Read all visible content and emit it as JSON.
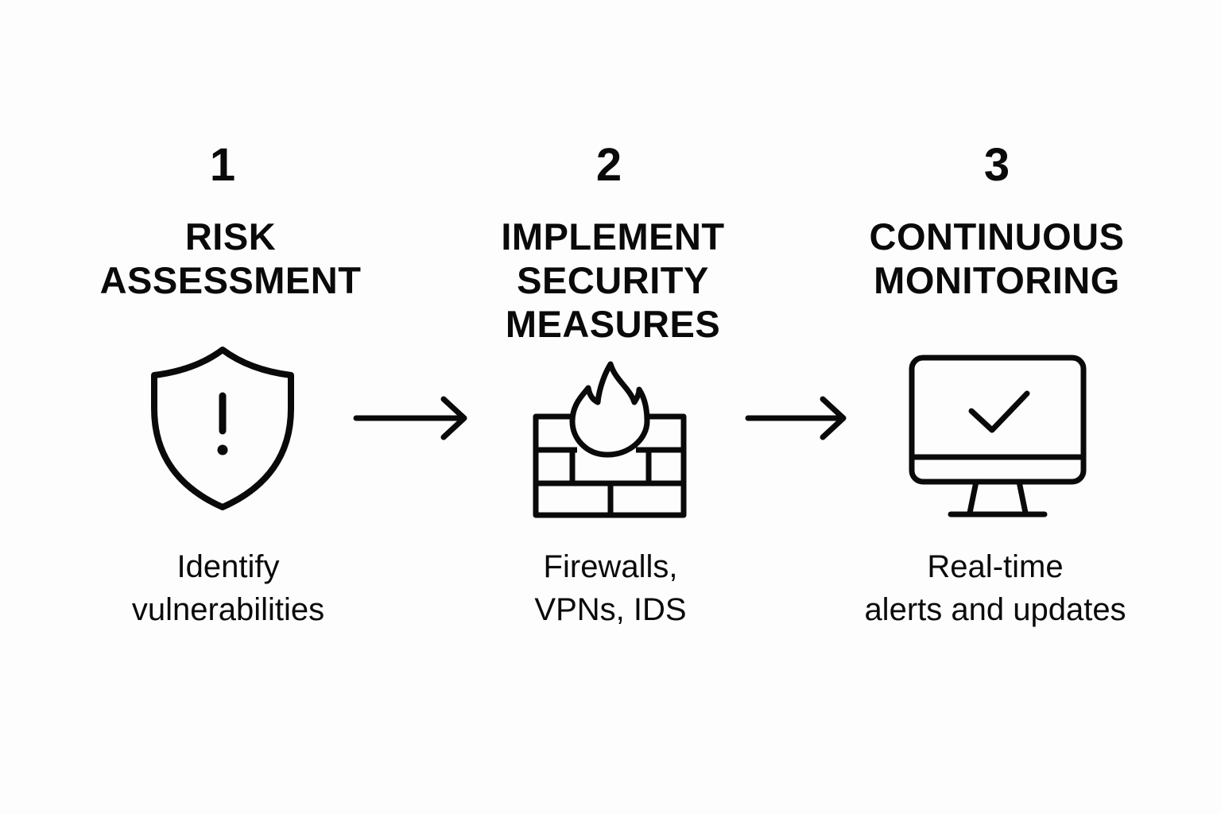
{
  "steps": [
    {
      "number": "1",
      "title_lines": [
        "RISK",
        "ASSESSMENT"
      ],
      "description_lines": [
        "Identify",
        "vulnerabilities"
      ],
      "icon": "shield-warning-icon"
    },
    {
      "number": "2",
      "title_lines": [
        "IMPLEMENT",
        "SECURITY",
        "MEASURES"
      ],
      "description_lines": [
        "Firewalls,",
        "VPNs, IDS"
      ],
      "icon": "firewall-icon"
    },
    {
      "number": "3",
      "title_lines": [
        "CONTINUOUS",
        "MONITORING"
      ],
      "description_lines": [
        "Real-time",
        "alerts and updates"
      ],
      "icon": "monitor-check-icon"
    }
  ],
  "colors": {
    "background": "#fdfdfd",
    "ink": "#0a0a0a"
  }
}
